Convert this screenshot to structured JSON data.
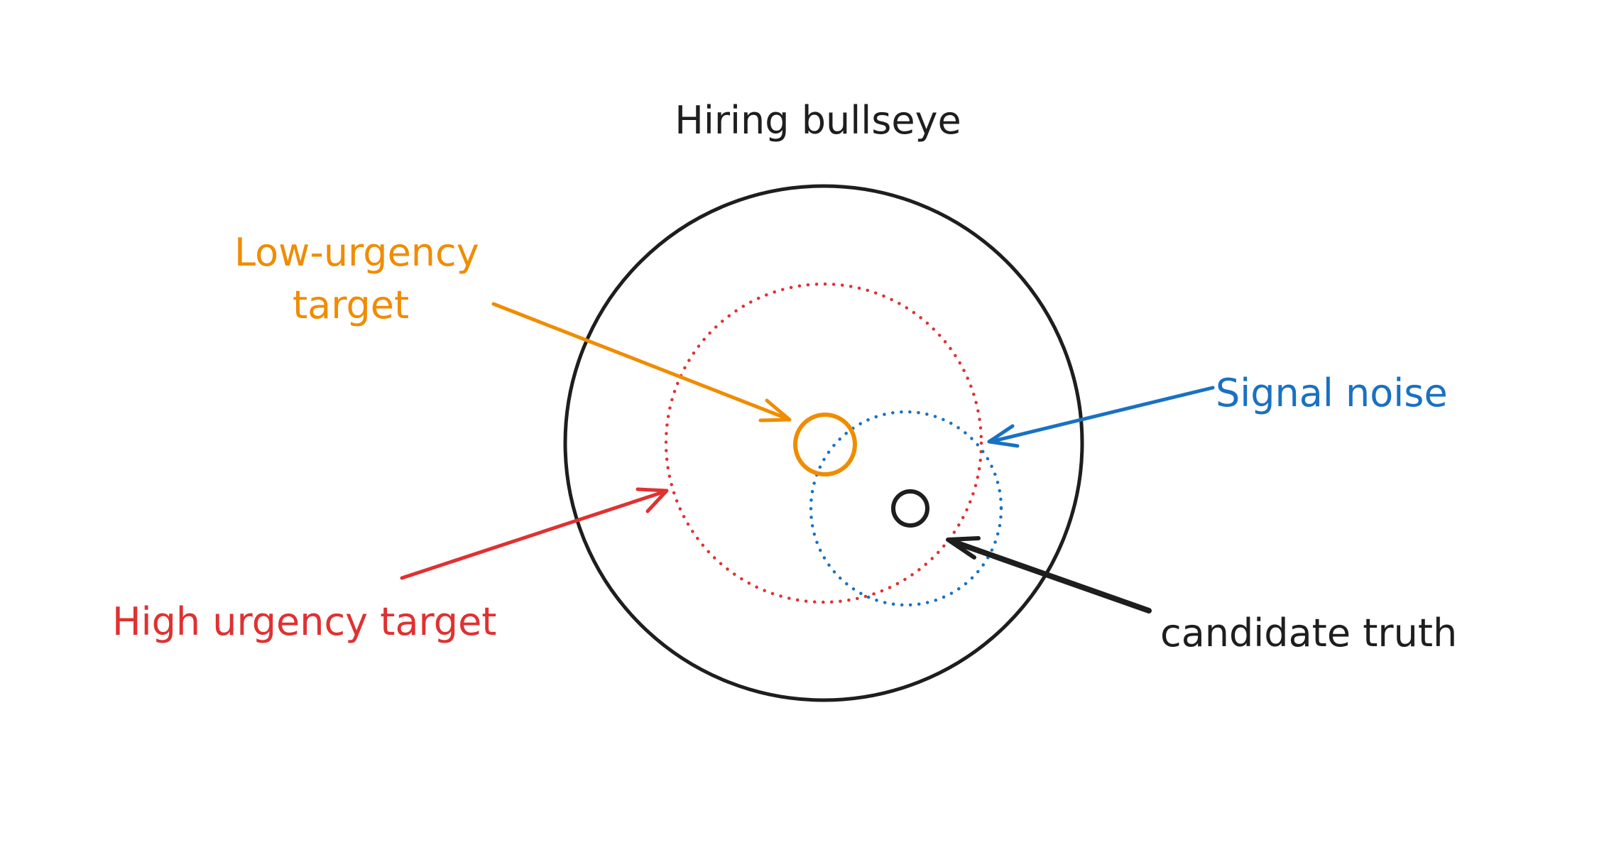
{
  "diagram": {
    "title": "Hiring bullseye",
    "labels": {
      "low_urgency_line1": "Low-urgency",
      "low_urgency_line2": "target",
      "high_urgency": "High urgency target",
      "signal_noise": "Signal noise",
      "candidate_truth": "candidate truth"
    },
    "colors": {
      "ink": "#1e1e1e",
      "low_urgency": "#f08c00",
      "high_urgency": "#e03131",
      "signal_noise": "#1971c2",
      "background": "#ffffff"
    }
  }
}
